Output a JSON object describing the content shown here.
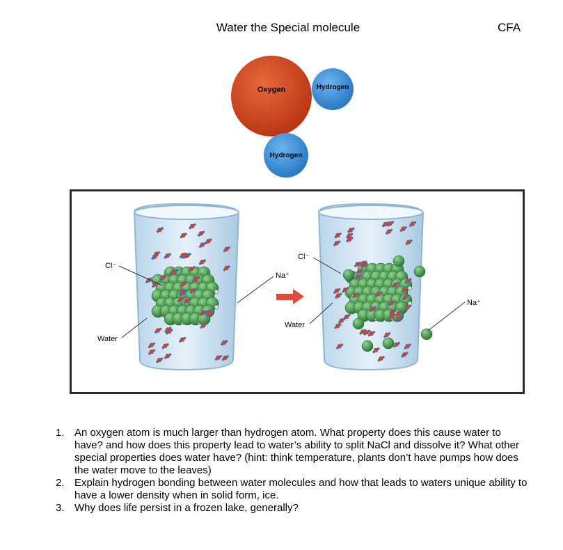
{
  "header": {
    "title": "Water the Special molecule",
    "tag": "CFA"
  },
  "molecule": {
    "oxygen_label": "Oxygen",
    "hydrogen_top_label": "Hydrogen",
    "hydrogen_bottom_label": "Hydrogen",
    "colors": {
      "oxygen": "#d2441f",
      "hydrogen": "#3b8fd8"
    }
  },
  "figure": {
    "left_beaker": {
      "cl_label": "Cl⁻",
      "na_label": "Na⁺",
      "water_label": "Water"
    },
    "right_beaker": {
      "cl_label": "Cl⁻",
      "na_label": "Na⁺",
      "water_label": "Water"
    },
    "arrow_color": "#e04a3a",
    "crystal_color": "#3e9a48"
  },
  "questions": [
    {
      "number": "1.",
      "text": "An oxygen atom is much larger than hydrogen atom.  What property does this cause water to have?  and how does this property lead to water’s ability to split NaCl and dissolve it?  What other special properties does water have?  (hint: think temperature, plants don’t have pumps how does the water move to the leaves)"
    },
    {
      "number": "2.",
      "text": "Explain hydrogen bonding between water molecules and how that leads to waters unique ability to have a lower density when in solid form, ice."
    },
    {
      "number": "3.",
      "text": "Why does life persist in a frozen lake, generally?"
    }
  ]
}
